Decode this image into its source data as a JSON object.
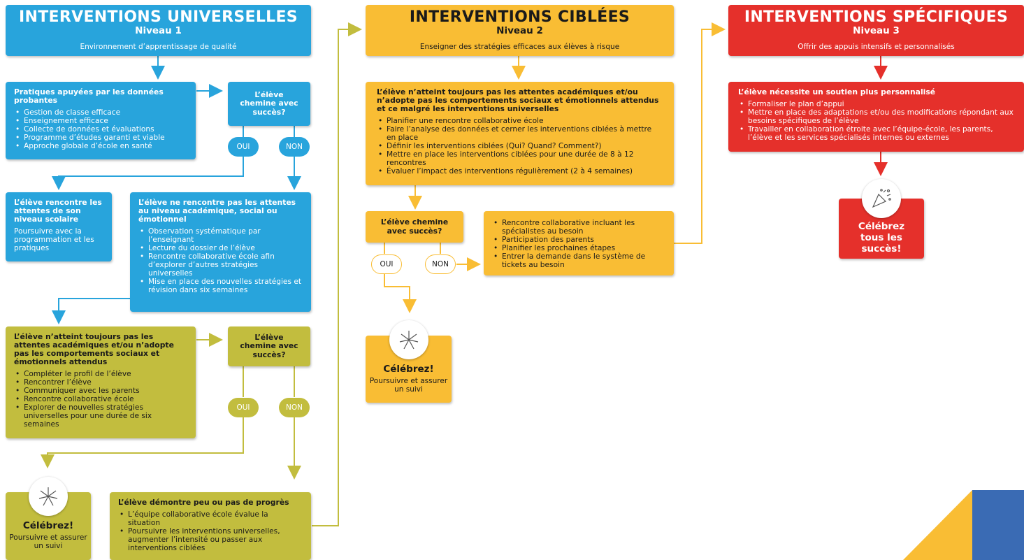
{
  "level1": {
    "title": "INTERVENTIONS UNIVERSELLES",
    "level": "Niveau 1",
    "subtitle": "Environnement d’apprentissage de qualité",
    "practices": {
      "title": "Pratiques apuyées par les données probantes",
      "items": [
        "Gestion de classe efficace",
        "Enseignement efficace",
        "Collecte de données et évaluations",
        "Programme d’études garanti et viable",
        "Approche globale d’école en santé"
      ]
    },
    "question1": "L’élève chemine avec succès?",
    "yes": "OUI",
    "no": "NON",
    "meets": {
      "title": "L’élève rencontre les attentes de son niveau scolaire",
      "text": "Poursuivre avec la programmation et les pratiques"
    },
    "not_meets": {
      "title": "L’élève ne rencontre pas les attentes au niveau académique, social ou émotionnel",
      "items": [
        "Observation systématique par l’enseignant",
        "Lecture du dossier de l’élève",
        "Rencontre collaborative école afin d’explorer d’autres stratégies universelles",
        "Mise en place des nouvelles stratégies et révision dans six semaines"
      ]
    },
    "still_not": {
      "title": "L’élève n’atteint toujours pas les attentes académiques et/ou n’adopte pas les comportements sociaux et émotionnels attendus",
      "items": [
        "Compléter le profil de l’élève",
        "Rencontrer l’élève",
        "Communiquer avec les parents",
        "Rencontre collaborative école",
        "Explorer de nouvelles stratégies universelles pour une durée de six semaines"
      ]
    },
    "question2": "L’élève chemine avec succès?",
    "celebrate": {
      "title": "Célébrez!",
      "text": "Poursuivre et assurer un suivi"
    },
    "little_progress": {
      "title": "L’élève démontre peu ou pas de progrès",
      "items": [
        "L’équipe collaborative école évalue la situation",
        "Poursuivre les interventions universelles, augmenter l’intensité ou passer aux interventions ciblées"
      ]
    }
  },
  "level2": {
    "title": "INTERVENTIONS CIBLÉES",
    "level": "Niveau 2",
    "subtitle": "Enseigner des stratégies efficaces aux élèves à risque",
    "still_not": {
      "title": "L’élève n’atteint toujours pas les attentes académiques et/ou n’adopte pas les comportements sociaux et émotionnels attendus et ce malgré les interventions universelles",
      "items": [
        "Planifier une rencontre collaborative école",
        "Faire l’analyse des données et cerner les interventions ciblées à mettre en place",
        "Définir les interventions ciblées (Qui? Quand? Comment?)",
        "Mettre en place les interventions ciblées pour une durée de 8 à 12 rencontres",
        "Évaluer l’impact des interventions régulièrement (2 à 4 semaines)"
      ]
    },
    "question": "L’élève chemine avec succès?",
    "yes": "OUI",
    "no": "NON",
    "meeting": {
      "items": [
        "Rencontre collaborative incluant les spécialistes au besoin",
        "Participation des parents",
        "Planifier les prochaines étapes",
        "Entrer la demande dans le système de tickets au besoin"
      ]
    },
    "celebrate": {
      "title": "Célébrez!",
      "text": "Poursuivre et assurer un suivi"
    }
  },
  "level3": {
    "title": "INTERVENTIONS SPÉCIFIQUES",
    "level": "Niveau 3",
    "subtitle": "Offrir des appuis intensifs et personnalisés",
    "needs": {
      "title": "L’élève nécessite un soutien plus personnalisé",
      "items": [
        "Formaliser le plan d’appui",
        "Mettre en place des adaptations et/ou des modifications répondant aux besoins spécifiques de l’élève",
        "Travailler en collaboration étroite avec l’équipe-école, les parents, l’élève et les services spécialisés internes ou externes"
      ]
    },
    "celebrate": {
      "title": "Célébrez tous les succès!"
    }
  },
  "colors": {
    "blue": "#28a4dc",
    "yellow": "#f9bd34",
    "red": "#e5302b",
    "olive": "#c2bd3e",
    "corner_blue": "#3a6bb4"
  },
  "icons": [
    "fireworks-icon",
    "party-popper-icon",
    "arrow-icon"
  ]
}
